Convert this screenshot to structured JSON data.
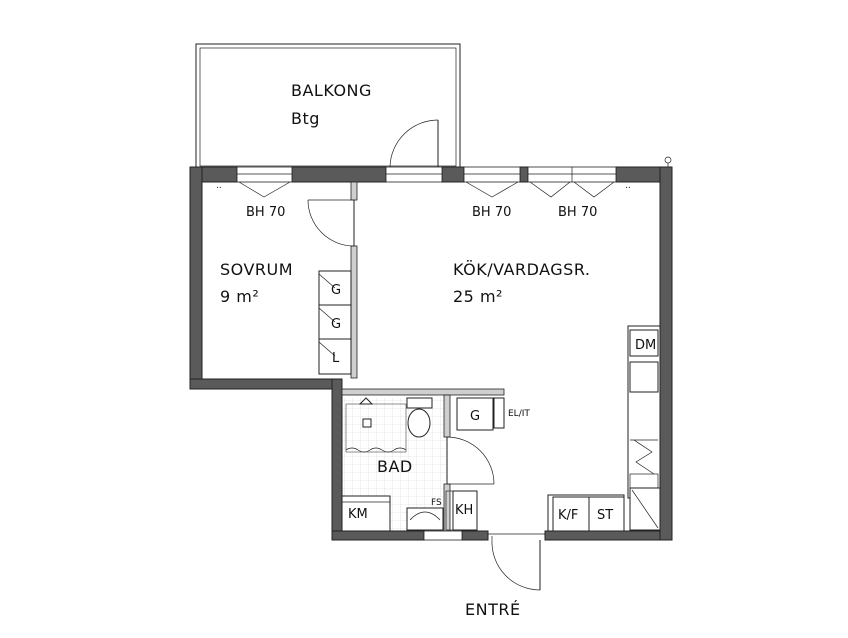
{
  "rooms": {
    "balcony": {
      "name": "BALKONG",
      "sub": "Btg"
    },
    "bedroom": {
      "name": "SOVRUM",
      "area": "9 m²"
    },
    "kitchen_living": {
      "name": "KÖK/VARDAGSR.",
      "area": "25 m²"
    },
    "bath": {
      "name": "BAD"
    },
    "entrance": {
      "name": "ENTRÉ"
    }
  },
  "windows": {
    "w1": "BH 70",
    "w2": "BH 70",
    "w3": "BH 70"
  },
  "fixtures": {
    "wardrobe_1": "G",
    "wardrobe_2": "G",
    "wardrobe_3": "L",
    "hall_wardrobe": "G",
    "electrical": "EL/IT",
    "dishwasher": "DM",
    "washer": "KM",
    "fs": "FS",
    "kh": "KH",
    "fridge_freezer": "K/F",
    "stove": "ST"
  }
}
